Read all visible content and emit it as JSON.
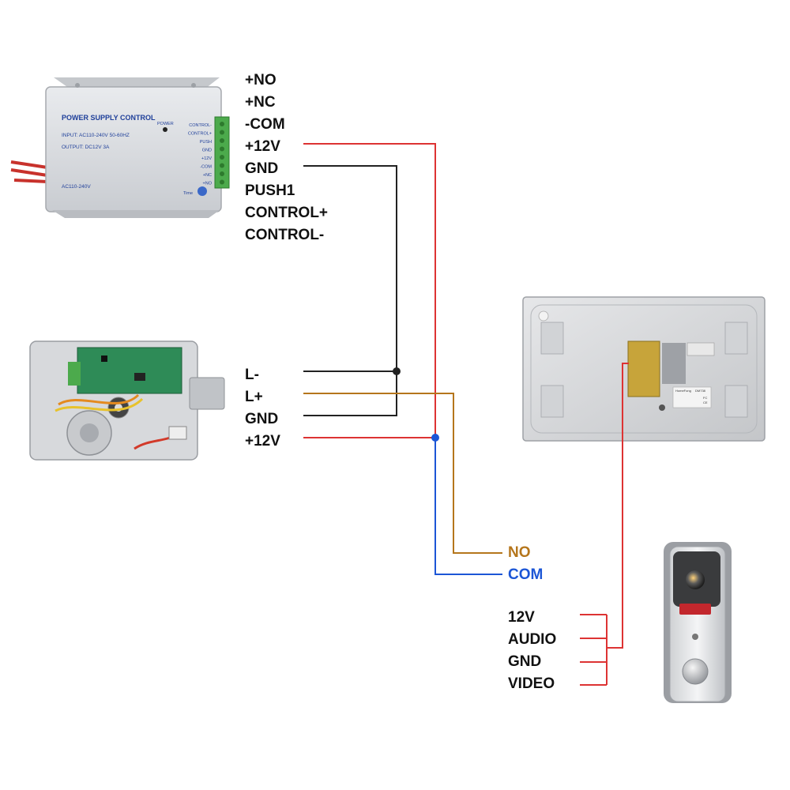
{
  "power_supply": {
    "title": "POWER SUPPLY CONTROL",
    "input_text": "INPUT: AC110-240V 50-60HZ",
    "output_text": "OUTPUT: DC12V  3A",
    "ac_label": "AC110-240V",
    "power_led_label": "POWER",
    "time_label": "Time",
    "terminal_labels": [
      "CONTROL-",
      "CONTROL+",
      "PUSH",
      "GND",
      "+12V",
      "-COM",
      "+NC",
      "+NO"
    ]
  },
  "psu_labels": [
    "+NO",
    "+NC",
    "-COM",
    "+12V",
    "GND",
    "PUSH1",
    "CONTROL+",
    "CONTROL-"
  ],
  "lock_labels": [
    "L-",
    "L+",
    "GND",
    "+12V"
  ],
  "relay_labels": {
    "no": "NO",
    "com": "COM"
  },
  "doorbell_labels": [
    "12V",
    "AUDIO",
    "GND",
    "VIDEO"
  ],
  "monitor": {
    "brand_text": "HomeFong",
    "model_text": "DM738",
    "fc_mark": "FC",
    "ce_mark": "CE"
  },
  "colors": {
    "red_wire": "#dd3333",
    "black_wire": "#222222",
    "brown_wire": "#b5761c",
    "blue_wire": "#1c56d6"
  }
}
